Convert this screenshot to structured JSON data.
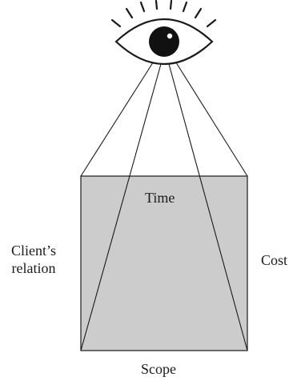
{
  "labels": {
    "time": "Time",
    "client_line1": "Client’s",
    "client_line2": "relation",
    "cost": "Cost",
    "scope": "Scope"
  },
  "colors": {
    "box_fill": "#cccccc",
    "stroke": "#1a1a1a",
    "background": "#ffffff"
  },
  "icons": [
    "eye-icon",
    "eyelash-rays"
  ]
}
